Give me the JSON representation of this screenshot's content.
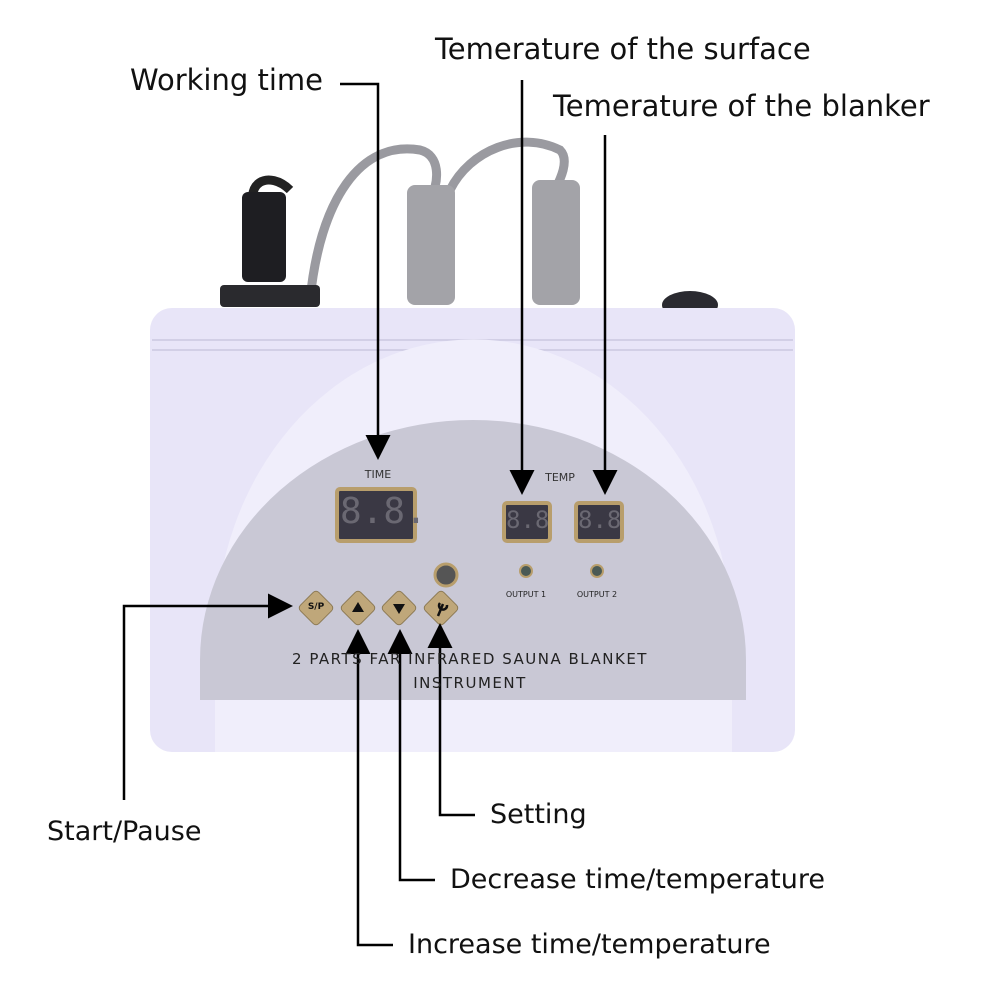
{
  "annotations": {
    "working_time": "Working time",
    "surface_temp": "Temerature of the surface",
    "blanket_temp": "Temerature of the blanker",
    "start_pause": "Start/Pause",
    "setting": "Setting",
    "decrease": "Decrease time/temperature",
    "increase": "Increase time/temperature"
  },
  "panel": {
    "time_label": "TIME",
    "temp_label": "TEMP",
    "time_display": "8.8.",
    "temp1_display": "8.8",
    "temp2_display": "8.8",
    "output1": "OUTPUT 1",
    "output2": "OUTPUT 2",
    "btn_sp": "S/P",
    "product_line1": "2 PARTS FAR INFRARED SAUNA BLANKET",
    "product_line2": "INSTRUMENT"
  },
  "colors": {
    "body": "#e8e5f8",
    "panel": "#c9c8d5",
    "button": "#bfa77a",
    "display": "#3a3844"
  }
}
